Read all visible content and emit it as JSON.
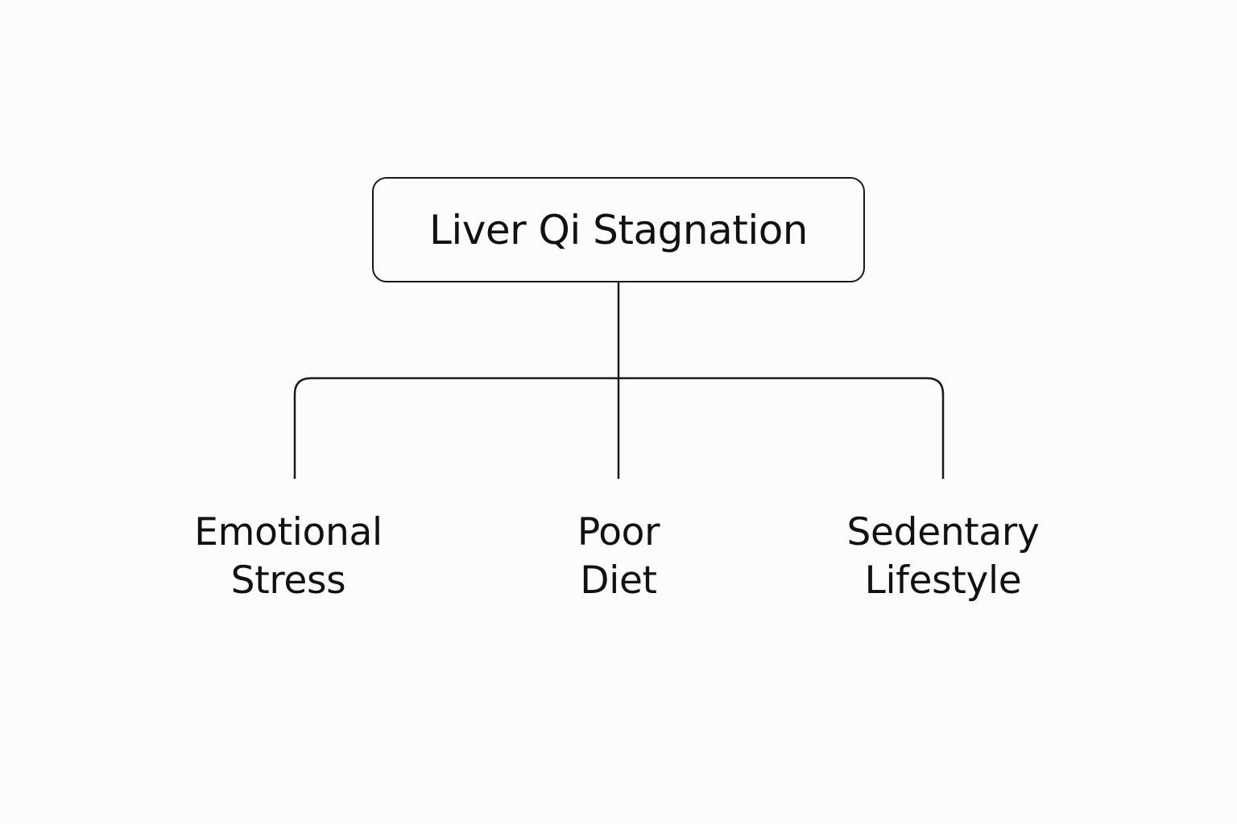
{
  "root": {
    "label": "Liver Qi Stagnation"
  },
  "children": [
    {
      "line1": "Emotional",
      "line2": "Stress"
    },
    {
      "line1": "Poor",
      "line2": "Diet"
    },
    {
      "line1": "Sedentary",
      "line2": "Lifestyle"
    }
  ],
  "colors": {
    "stroke": "#1a1a1a",
    "text": "#111111",
    "background": "#fcfcfb"
  }
}
